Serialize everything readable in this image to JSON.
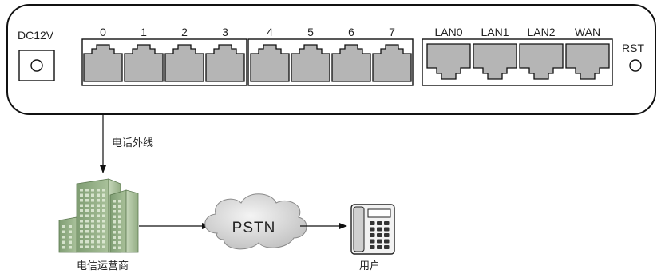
{
  "device": {
    "power_label": "DC12V",
    "phone_ports": [
      "0",
      "1",
      "2",
      "3",
      "4",
      "5",
      "6",
      "7"
    ],
    "network_ports": [
      "LAN0",
      "LAN1",
      "LAN2",
      "WAN"
    ],
    "reset_label": "RST"
  },
  "links": {
    "line_label": "电话外线"
  },
  "nodes": {
    "carrier_label": "电信运营商",
    "cloud_label": "PSTN",
    "user_label": "用户"
  }
}
